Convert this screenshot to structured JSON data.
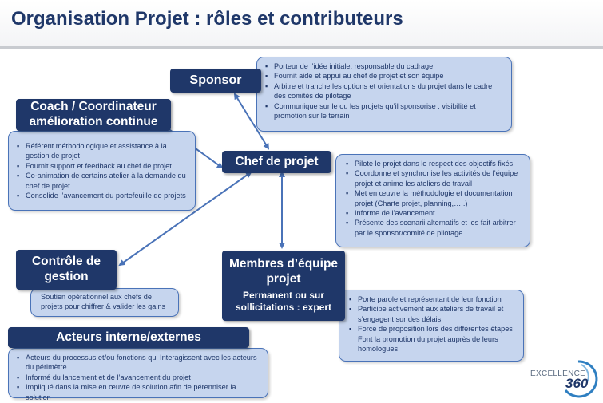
{
  "page": {
    "title": "Organisation Projet : rôles et contributeurs"
  },
  "roles": {
    "sponsor": "Sponsor",
    "coach_line1": "Coach / Coordinateur",
    "coach_line2": "amélioration continue",
    "chef": "Chef de projet",
    "controle_line1": "Contrôle de",
    "controle_line2": "gestion",
    "membres_line1": "Membres d’équipe",
    "membres_line2": "projet",
    "membres_sub1": "Permanent ou sur",
    "membres_sub2": "sollicitations : expert",
    "acteurs": "Acteurs interne/externes"
  },
  "descriptions": {
    "sponsor": [
      "Porteur de l’idée initiale, responsable du cadrage",
      "Fournit aide et appui au chef de projet et son équipe",
      "Arbitre et tranche les options et orientations du projet dans le cadre des comités de pilotage",
      "Communique  sur le ou les projets qu’il sponsorise : visibilité et promotion sur le terrain"
    ],
    "coach": [
      "Référent méthodologique et assistance à la gestion de projet",
      "Fournit support et feedback au chef de projet",
      "Co-animation de certains atelier à la demande du chef de projet",
      "Consolide l’avancement du portefeuille de projets"
    ],
    "chef": [
      "Pilote le projet dans le respect des objectifs fixés",
      "Coordonne et synchronise les activités de l’équipe projet et anime les ateliers de travail",
      "Met en œuvre la méthodologie et documentation projet (Charte  projet, planning,…..)",
      "Informe de l’avancement",
      "Présente des scenarii alternatifs et les fait arbitrer par le sponsor/comité de pilotage"
    ],
    "controle": [
      "Soutien opérationnel aux chefs de projets pour chiffrer & valider les gains"
    ],
    "membres": [
      "Porte parole et représentant de leur fonction",
      "Participe activement aux ateliers de travail et s’engagent sur des délais",
      "Force de proposition lors des différentes étapes Font la promotion du projet auprès de leurs homologues"
    ],
    "acteurs": [
      "Acteurs du processus et/ou fonctions qui Interagissent avec les acteurs du périmètre",
      "Informé du lancement  et de l’avancement du projet",
      "Impliqué dans la mise en œuvre de solution afin de pérenniser la solution"
    ]
  },
  "logo": {
    "text": "EXCELLENCE",
    "number": "360"
  },
  "colors": {
    "role_fill": "#1f3769",
    "desc_fill": "#c6d5ee",
    "desc_border": "#4a73b8",
    "arrow": "#4a73b8"
  }
}
